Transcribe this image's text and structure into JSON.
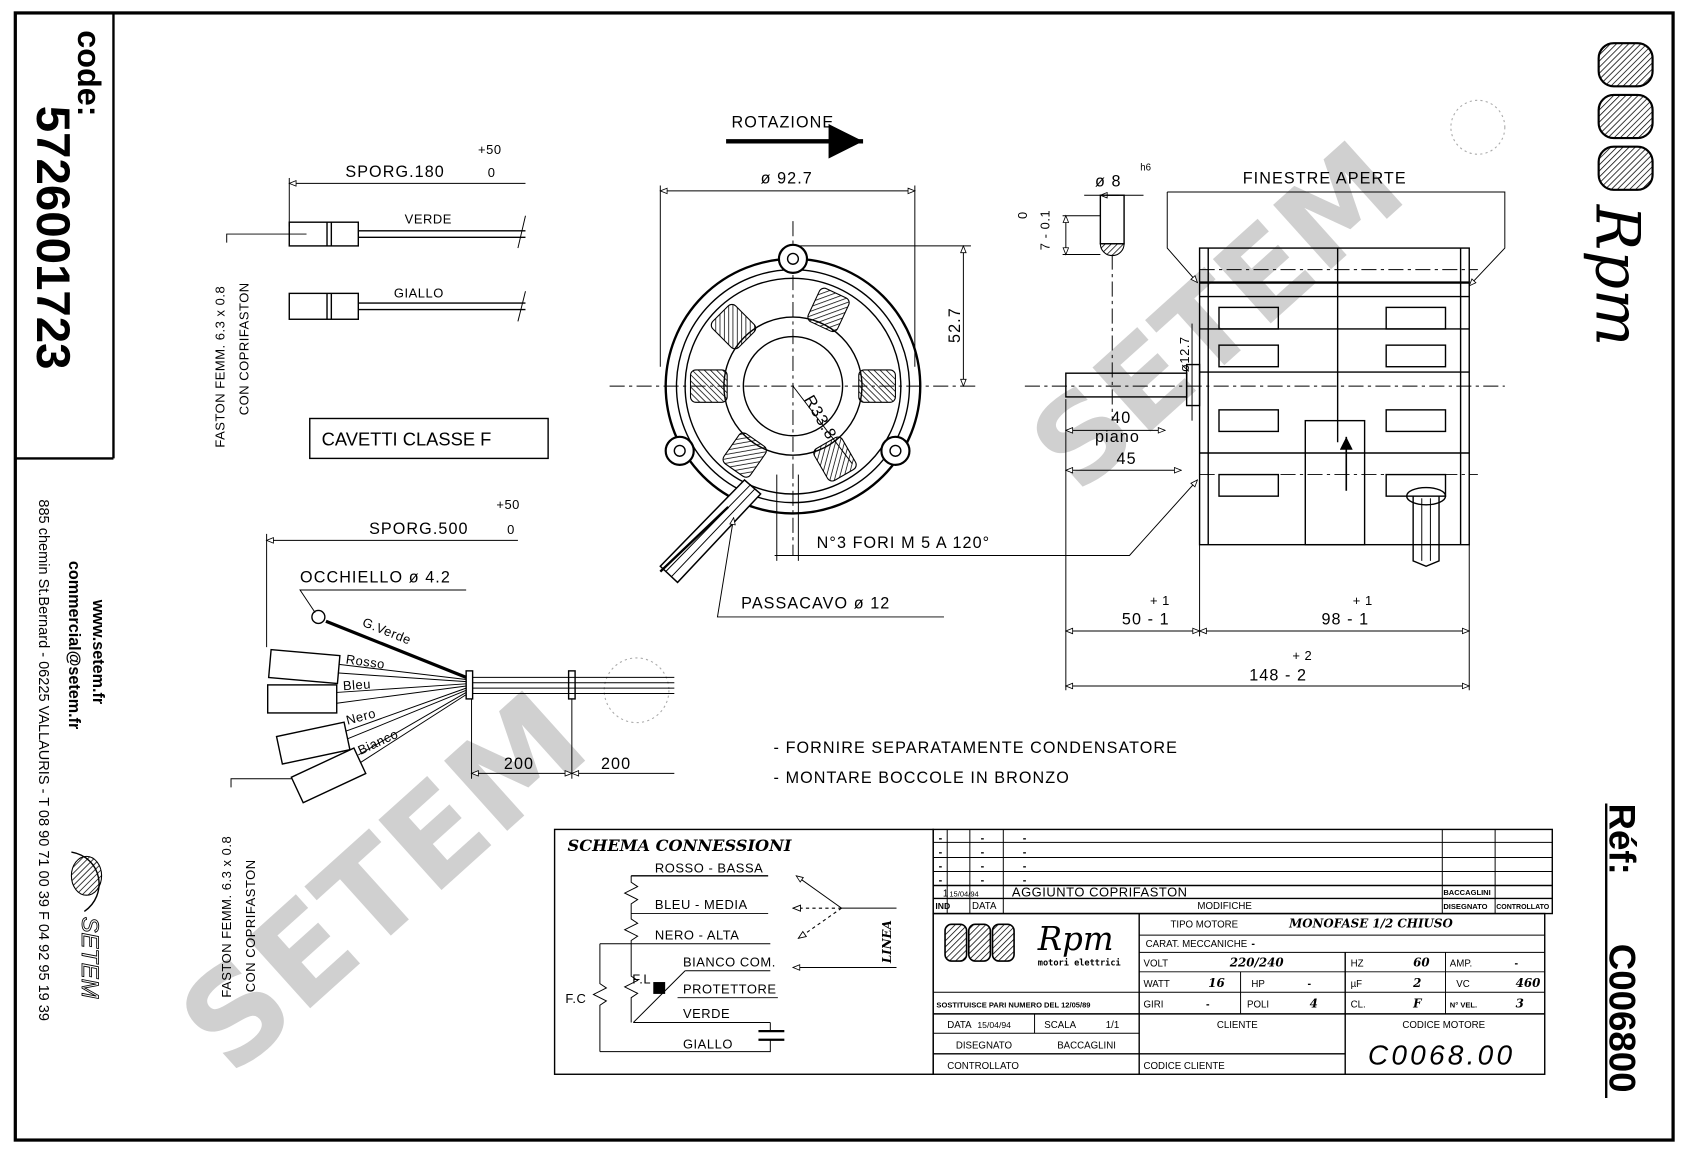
{
  "header": {
    "code_label": "code:",
    "code_value": "5726001723"
  },
  "company": {
    "website": "www.setem.fr",
    "email": "commercial@setem.fr",
    "address": "885 chemin St.Bernard  -  06225 VALLAURIS  -  T 08 90 71 00 39   F 04 92 95 19 39",
    "logo_text": "SETEM"
  },
  "brand": {
    "logo_text": "Rpm",
    "subtitle": "motori elettrici"
  },
  "reference": {
    "label": "Réf:",
    "value": "C006800"
  },
  "watermark": "SETEM",
  "top_cable": {
    "sporg": "SPORG.180",
    "tol_plus": "+50",
    "tol_zero": "0",
    "wire1": "VERDE",
    "wire2": "GIALLO",
    "faston": "FASTON FEMM. 6.3 x 0.8",
    "coprifaston": "CON COPRIFASTON",
    "class_box": "CAVETTI CLASSE F"
  },
  "front_view": {
    "rotation": "ROTAZIONE",
    "diameter": "ø 92.7",
    "height": "52.7",
    "radius": "R33.8",
    "holes": "N°3 FORI M 5 A 120°",
    "cable_gland": "PASSACAVO ø 12"
  },
  "side_view": {
    "shaft_dia": "ø 8",
    "shaft_tol": "h6",
    "flat_dim": "7 - 0.1",
    "flat_zero": "0",
    "windows": "FINESTRE APERTE",
    "boss_dia": "ø12.7",
    "dim40": "40",
    "flat_label": "piano",
    "dim45": "45",
    "dim50": "50 - 1",
    "dim50_tol": "+ 1",
    "dim98": "98 - 1",
    "dim98_tol": "+ 1",
    "dim148": "148 - 2",
    "dim148_tol": "+ 2"
  },
  "harness": {
    "sporg": "SPORG.500",
    "tol_plus": "+50",
    "tol_zero": "0",
    "eyelet": "OCCHIELLO ø 4.2",
    "wires": [
      "G.Verde",
      "Rosso",
      "Bleu",
      "Nero",
      "Bianco"
    ],
    "dim_a": "200",
    "dim_b": "200",
    "faston": "FASTON FEMM. 6.3 x 0.8",
    "coprifaston": "CON COPRIFASTON"
  },
  "notes": [
    "- FORNIRE SEPARATAMENTE CONDENSATORE",
    "- MONTARE BOCCOLE IN BRONZO"
  ],
  "schema": {
    "title": "SCHEMA CONNESSIONI",
    "rosso": "ROSSO - BASSA",
    "bleu": "BLEU - MEDIA",
    "nero": "NERO - ALTA",
    "bianco": "BIANCO COM.",
    "protettore": "PROTETTORE",
    "verde": "VERDE",
    "giallo": "GIALLO",
    "fl": "F.L",
    "fc": "F.C",
    "linea": "LINEA"
  },
  "title_block": {
    "revisions": [
      {
        "ind": "-",
        "data": "-",
        "mod": "-",
        "dis": "",
        "ctrl": ""
      },
      {
        "ind": "-",
        "data": "-",
        "mod": "-",
        "dis": "",
        "ctrl": ""
      },
      {
        "ind": "-",
        "data": "-",
        "mod": "-",
        "dis": "",
        "ctrl": ""
      },
      {
        "ind": "-",
        "data": "-",
        "mod": "-",
        "dis": "",
        "ctrl": ""
      },
      {
        "ind": "1",
        "data": "15/04/94",
        "mod": "AGGIUNTO COPRIFASTON",
        "dis": "BACCAGLINI",
        "ctrl": ""
      }
    ],
    "hdr_ind": "IND",
    "hdr_data": "DATA",
    "hdr_mod": "MODIFICHE",
    "hdr_dis": "DISEGNATO",
    "hdr_ctrl": "CONTROLLATO",
    "tipo_label": "TIPO MOTORE",
    "tipo_value": "MONOFASE 1/2 CHIUSO",
    "carat_label": "CARAT. MECCANICHE",
    "carat_value": "-",
    "volt_label": "VOLT",
    "volt_value": "220/240",
    "hz_label": "HZ",
    "hz_value": "60",
    "amp_label": "AMP.",
    "amp_value": "-",
    "watt_label": "WATT",
    "watt_value": "16",
    "hp_label": "HP",
    "hp_value": "-",
    "uf_label": "µF",
    "uf_value": "2",
    "vc_label": "VC",
    "vc_value": "460",
    "sostituisce": "SOSTITUISCE PARI NUMERO DEL 12/05/89",
    "giri_label": "GIRI",
    "giri_value": "-",
    "poli_label": "POLI",
    "poli_value": "4",
    "cl_label": "CL.",
    "cl_value": "F",
    "nvel_label": "N° VEL.",
    "nvel_value": "3",
    "data_label": "DATA",
    "data_value": "15/04/94",
    "scala_label": "SCALA",
    "scala_value": "1/1",
    "disegnato_label": "DISEGNATO",
    "disegnato_value": "BACCAGLINI",
    "controllato_label": "CONTROLLATO",
    "cliente_label": "CLIENTE",
    "codice_cliente_label": "CODICE CLIENTE",
    "codice_motore_label": "CODICE MOTORE",
    "codice_motore_value": "C0068.00"
  }
}
